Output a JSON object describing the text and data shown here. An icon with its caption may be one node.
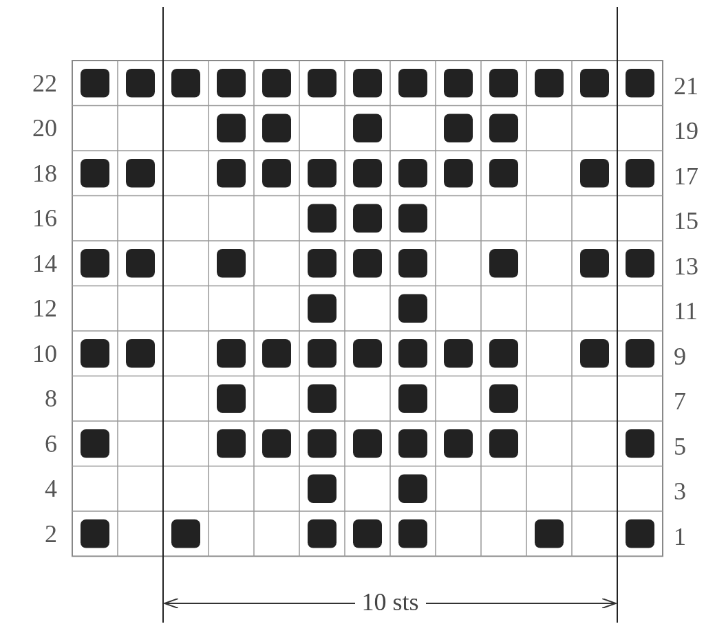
{
  "diagram": {
    "labels": [
      "22",
      "21",
      "20",
      "19",
      "18",
      "17",
      "16",
      "15",
      "14",
      "13",
      "12",
      "11",
      "10",
      "9",
      "8",
      "7",
      "6",
      "5",
      "4",
      "3",
      "2",
      "1",
      "10 sts"
    ]
  }
}
